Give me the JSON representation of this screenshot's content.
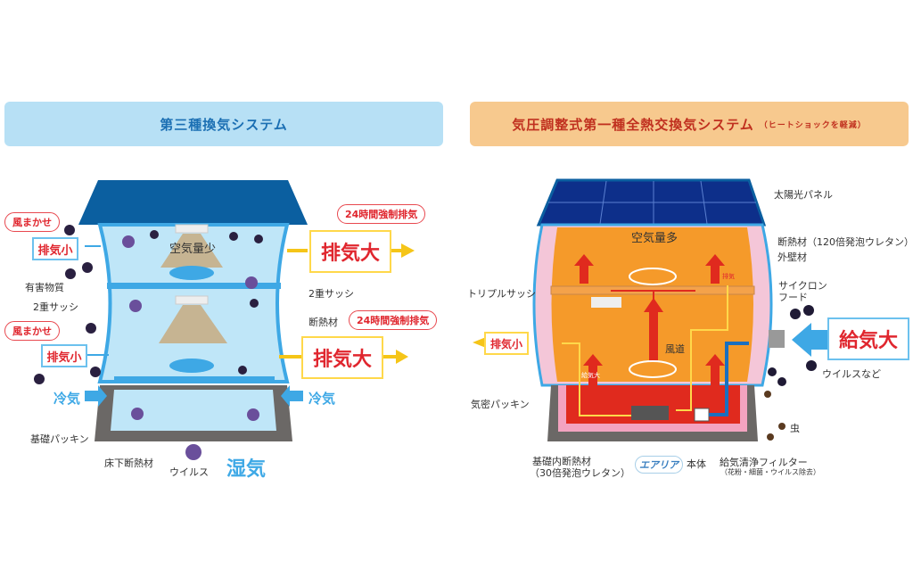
{
  "left": {
    "title": "第三種換気システム",
    "air": "空気量少",
    "wind1": "風まかせ",
    "wind2": "風まかせ",
    "exhaust_small1": "排気小",
    "exhaust_small2": "排気小",
    "forced1": "24時間強制排気",
    "forced2": "24時間強制排気",
    "exhaust_big1": "排気大",
    "exhaust_big2": "排気大",
    "harmful": "有害物質",
    "sash_left": "2重サッシ",
    "sash_right": "2重サッシ",
    "insulation": "断熱材",
    "cold_left": "冷気",
    "cold_right": "冷気",
    "packing": "基礎パッキン",
    "floor_insulation": "床下断熱材",
    "virus": "ウイルス",
    "humidity": "湿気"
  },
  "right": {
    "title": "気圧調整式第一種全熱交換気システム",
    "subtitle": "（ヒートショックを軽減）",
    "air": "空気量多",
    "solar": "太陽光パネル",
    "insulation": "断熱材（120倍発泡ウレタン）",
    "outer_wall": "外壁材",
    "cyclone": "サイクロン",
    "hood": "フード",
    "triple_sash": "トリプルサッシ",
    "exhaust_small": "排気小",
    "duct": "風道",
    "supply_big": "給気大",
    "virus": "ウイルスなど",
    "packing": "気密パッキン",
    "insect": "虫",
    "base_insulation_1": "基礎内断熱材",
    "base_insulation_2": "（30倍発泡ウレタン）",
    "logo": "エアリア",
    "unit": "本体",
    "filter": "給気清浄フィルター",
    "filter_note": "（花粉・細菌・ウイルス除去）",
    "tag_exhaust": "排気",
    "tag_supply": "給気大"
  },
  "colors": {
    "left_header": "#b7e0f5",
    "right_header": "#f7c98e",
    "roof_blue": "#0b5fa0",
    "room_blue": "#bfe6f8",
    "room_orange": "#f59a2a",
    "basement_red": "#e02a1e",
    "accent_red": "#e0262e"
  }
}
